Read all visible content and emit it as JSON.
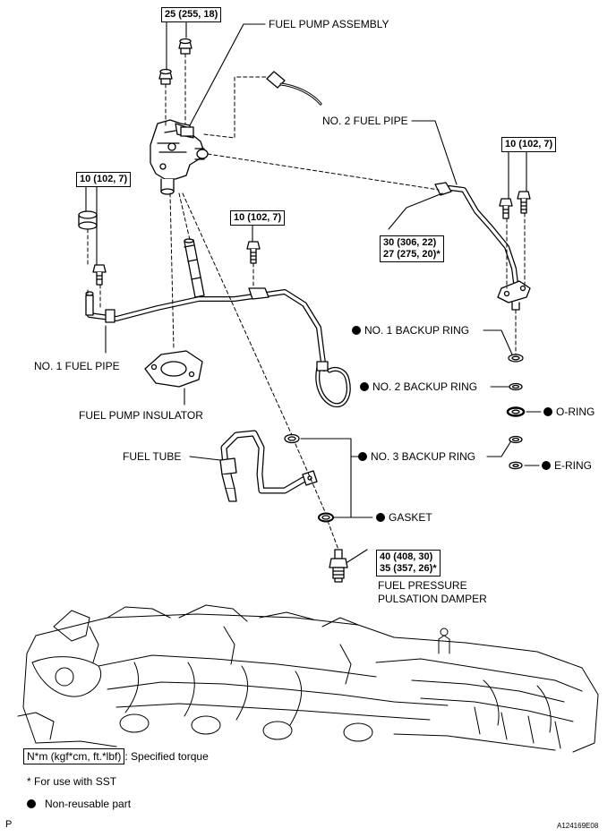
{
  "torque": {
    "pump_nut": "25 (255, 18)",
    "pipe1_bolt": "10 (102, 7)",
    "mid_bolt": "10 (102, 7)",
    "pipe2_bolt": "10 (102, 7)",
    "pipe2_union_line1": "30 (306, 22)",
    "pipe2_union_line2": "27 (275, 20)*",
    "damper_line1": "40 (408, 30)",
    "damper_line2": "35 (357, 26)*"
  },
  "labels": {
    "fuel_pump_assembly": "FUEL PUMP ASSEMBLY",
    "no2_fuel_pipe": "NO. 2 FUEL PIPE",
    "no1_fuel_pipe": "NO. 1 FUEL PIPE",
    "fuel_pump_insulator": "FUEL PUMP INSULATOR",
    "no1_backup_ring": "NO. 1 BACKUP RING",
    "no2_backup_ring": "NO. 2 BACKUP RING",
    "o_ring": "O-RING",
    "fuel_tube": "FUEL TUBE",
    "no3_backup_ring": "NO. 3 BACKUP RING",
    "e_ring": "E-RING",
    "gasket": "GASKET",
    "damper_line1": "FUEL PRESSURE",
    "damper_line2": "PULSATION DAMPER"
  },
  "legend": {
    "torque_box": "N*m (kgf*cm, ft.*lbf)",
    "torque_desc": ": Specified torque",
    "sst": "* For use with SST",
    "nonreusable": "Non-reusable part"
  },
  "footer": {
    "left_mark": "P",
    "figure_id": "A124169E08"
  }
}
